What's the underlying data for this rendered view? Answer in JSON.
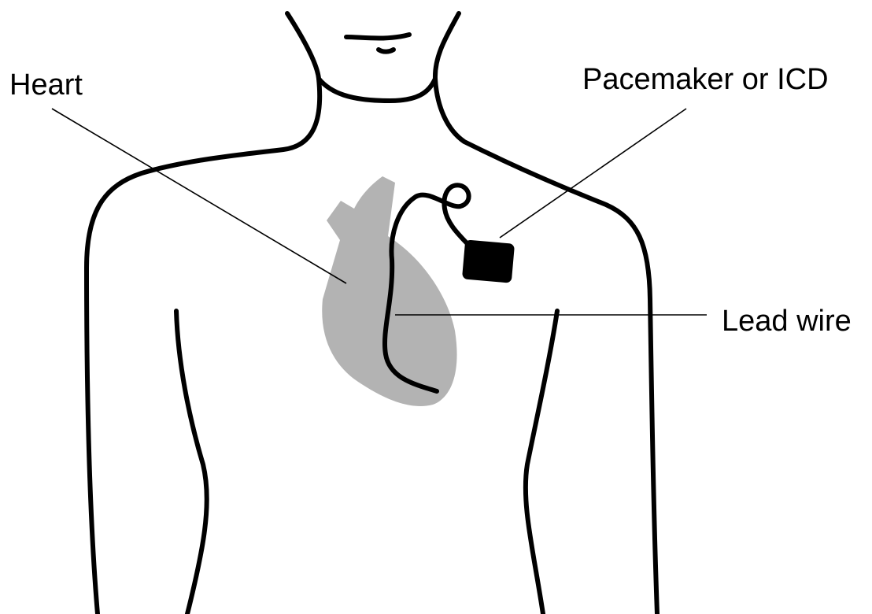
{
  "labels": {
    "heart": "Heart",
    "device": "Pacemaker or ICD",
    "lead": "Lead wire"
  },
  "colors": {
    "outline": "#000000",
    "heart": "#b3b3b3",
    "device": "#000000",
    "background": "#ffffff"
  }
}
